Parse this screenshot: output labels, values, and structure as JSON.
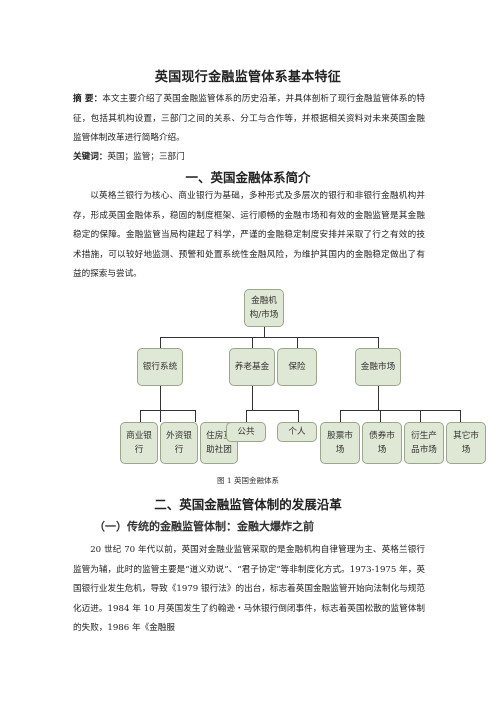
{
  "doc": {
    "title": "英国现行金融监管体系基本特征",
    "abstract_label": "摘  要：",
    "abstract_text": "本文主要介绍了英国金融监管体系的历史沿革，并具体剖析了现行金融监管体系的特征，包括其机构设置，三部门之间的关系、分工与合作等，并根据相关资料对未来英国金融监管体制改革进行简略介绍。",
    "keywords_label": "关键词：",
    "keywords_text": "英国；监管；三部门",
    "section1_heading": "一、英国金融体系简介",
    "section1_text": "以英格兰银行为核心、商业银行为基础，多种形式及多层次的银行和非银行金融机构并存，形成英国金融体系，稳固的制度框架、运行顺畅的金融市场和有效的金融监管是其金融稳定的保障。金融监管当局构建起了科学，严谨的金融稳定制度安排并采取了行之有效的技术措施，可以较好地监测、预警和处置系统性金融风险，为维护其国内的金融稳定做出了有益的探索与尝试。",
    "figure_caption": "图 1  英国金融体系",
    "section2_heading": "二、英国金融监管体制的发展沿革",
    "subsection1_heading": "（一）传统的金融监管体制：金融大爆炸之前",
    "subsection1_text": "20 世纪 70 年代以前，英国对金融业监管采取的是金融机构自律管理为主、英格兰银行监管为辅，此时的监管主要是“道义劝说”、“君子协定”等非制度化方式。1973-1975 年，英国银行业发生危机，导致《1979 银行法》的出台，标志着英国金融监管开始向法制化与规范化迈进。1984 年 10 月英国发生了约翰逊・马休银行倒闭事件，标志着英国松散的监管体制的失败，1986 年《金融服"
  },
  "diagram": {
    "root": "金融机构/市场",
    "level2": [
      "银行系统",
      "养老基金",
      "保险",
      "金融市场"
    ],
    "level3_bank": [
      "商业银行",
      "外资银行",
      "住房互助社团"
    ],
    "level3_pension": [
      "公共",
      "个人"
    ],
    "level3_market": [
      "股票市场",
      "债券市场",
      "衍生产品市场",
      "其它市场"
    ]
  }
}
